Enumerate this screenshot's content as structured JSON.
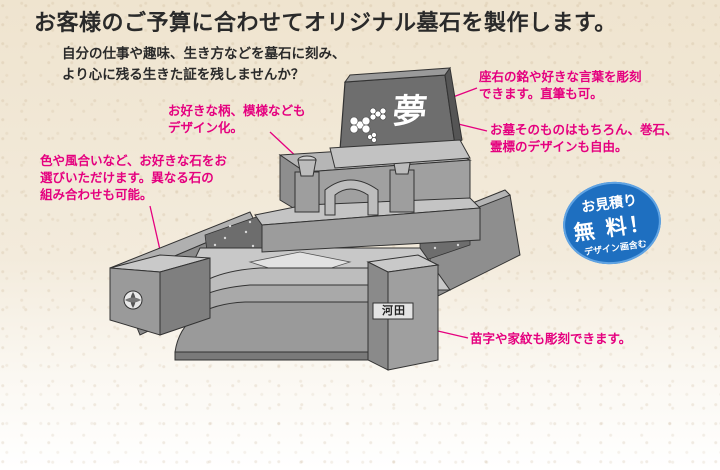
{
  "headline": "お客様のご予算に合わせてオリジナル墓石を製作します。",
  "intro": [
    "自分の仕事や趣味、生き方などを墓石に刻み、",
    "より心に残る生きた証を残しませんか？"
  ],
  "callouts": {
    "pattern": [
      "お好きな柄、模様なども",
      "デザイン化。"
    ],
    "stone": [
      "色や風合いなど、お好きな石をお",
      "選びいただけます。異なる石の",
      "組み合わせも可能。"
    ],
    "engrave": [
      "座右の銘や好きな言葉を彫刻",
      "できます。直筆も可。"
    ],
    "design": [
      "お墓そのものはもちろん、巻石、",
      "霊標のデザインも自由。"
    ],
    "name": "苗字や家紋も彫刻できます。"
  },
  "badge": {
    "line1": "お見積り",
    "line2": "無 料！",
    "line3": "デザイン画含む"
  },
  "engraving": {
    "main_char": "夢",
    "nameplate": "河田"
  },
  "colors": {
    "accent": "#e5007f",
    "badge": "#1e6fc0",
    "stone_dark": "#7d7d7d",
    "stone_mid": "#a9a9a9",
    "stone_light": "#cfcfcf"
  }
}
